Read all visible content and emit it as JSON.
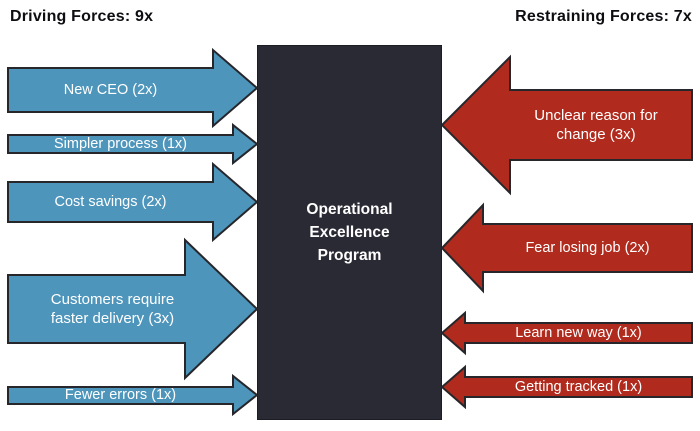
{
  "headers": {
    "driving": "Driving Forces: 9x",
    "restraining": "Restraining Forces: 7x"
  },
  "center_box": {
    "label": "Operational Excellence Program"
  },
  "driving_forces": [
    {
      "label": "New CEO (2x)",
      "multiplier": "2x"
    },
    {
      "label": "Simpler process (1x)",
      "multiplier": "1x"
    },
    {
      "label": "Cost savings (2x)",
      "multiplier": "2x"
    },
    {
      "label": "Customers require faster delivery (3x)",
      "multiplier": "3x"
    },
    {
      "label": "Fewer errors (1x)",
      "multiplier": "1x"
    }
  ],
  "restraining_forces": [
    {
      "label": "Unclear reason for change (3x)",
      "multiplier": "3x"
    },
    {
      "label": "Fear losing job (2x)",
      "multiplier": "2x"
    },
    {
      "label": "Learn new way (1x)",
      "multiplier": "1x"
    },
    {
      "label": "Getting tracked (1x)",
      "multiplier": "1x"
    }
  ],
  "colors": {
    "driving_arrow": "#4e95bb",
    "restraining_arrow": "#b02b1d",
    "center_box_bg": "#2a2a34",
    "arrow_outline": "#26262b",
    "header_text": "#0e0e12",
    "arrow_text": "#ffffff"
  }
}
